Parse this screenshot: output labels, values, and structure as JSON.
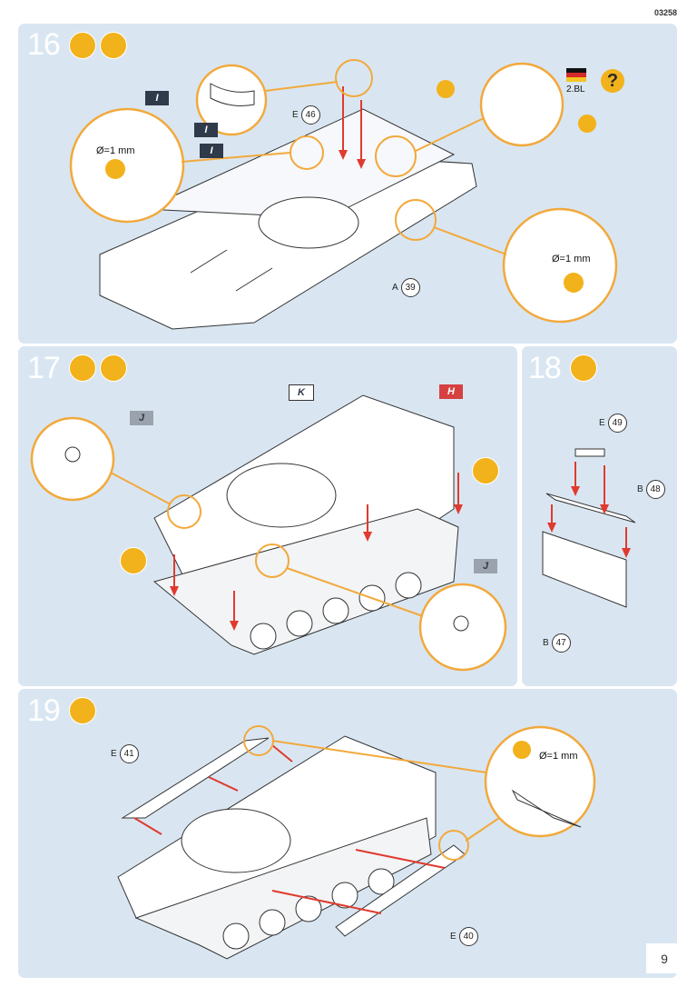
{
  "document": {
    "number": "03258",
    "page": "9"
  },
  "steps": [
    {
      "number": "16",
      "callouts": [
        {
          "letter": "E",
          "part": "46"
        },
        {
          "letter": "A",
          "part": "39"
        }
      ],
      "diameters": [
        "Ø=1 mm",
        "Ø=1 mm"
      ],
      "decals": [
        "I",
        "I",
        "I"
      ],
      "flag_label": "2.BL",
      "help_symbol": "?"
    },
    {
      "number": "17",
      "decals": [
        "K",
        "H",
        "J",
        "J"
      ]
    },
    {
      "number": "18",
      "callouts": [
        {
          "letter": "E",
          "part": "49"
        },
        {
          "letter": "B",
          "part": "48"
        },
        {
          "letter": "B",
          "part": "47"
        }
      ]
    },
    {
      "number": "19",
      "callouts": [
        {
          "letter": "E",
          "part": "41"
        },
        {
          "letter": "E",
          "part": "40"
        }
      ],
      "diameters": [
        "Ø=1 mm"
      ]
    }
  ],
  "colors": {
    "panel": "#d9e6f2",
    "accent": "#f2a93b",
    "arrow": "#e03a2f",
    "decal_dark": "#2f3a4a",
    "decal_red": "#d64040"
  }
}
